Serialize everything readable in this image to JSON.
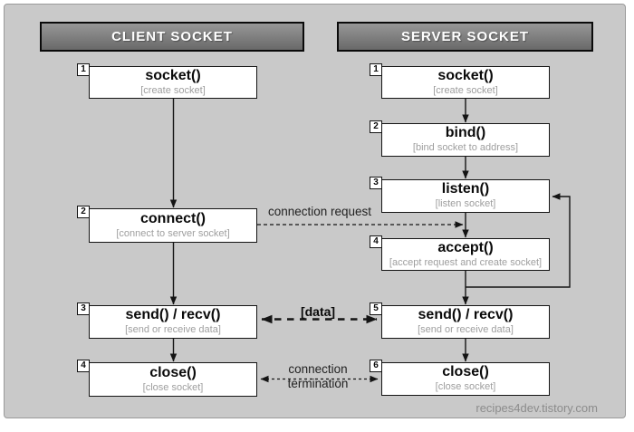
{
  "diagram": {
    "watermark": "recipes4dev.tistory.com",
    "client": {
      "header": "CLIENT SOCKET",
      "boxes": [
        {
          "num": "1",
          "title": "socket()",
          "subtitle": "[create socket]"
        },
        {
          "num": "2",
          "title": "connect()",
          "subtitle": "[connect to server socket]"
        },
        {
          "num": "3",
          "title": "send() / recv()",
          "subtitle": "[send or receive data]"
        },
        {
          "num": "4",
          "title": "close()",
          "subtitle": "[close socket]"
        }
      ]
    },
    "server": {
      "header": "SERVER SOCKET",
      "boxes": [
        {
          "num": "1",
          "title": "socket()",
          "subtitle": "[create socket]"
        },
        {
          "num": "2",
          "title": "bind()",
          "subtitle": "[bind socket to address]"
        },
        {
          "num": "3",
          "title": "listen()",
          "subtitle": "[listen socket]"
        },
        {
          "num": "4",
          "title": "accept()",
          "subtitle": "[accept request and create socket]"
        },
        {
          "num": "5",
          "title": "send() / recv()",
          "subtitle": "[send or receive data]"
        },
        {
          "num": "6",
          "title": "close()",
          "subtitle": "[close socket]"
        }
      ]
    },
    "labels": {
      "connection_request": "connection request",
      "data_transfer": "[data]",
      "termination_line1": "connection",
      "termination_line2": "termination"
    },
    "colors": {
      "panel_bg": "#c9c9c9",
      "panel_border": "#9a9a9a",
      "header_gradient_top": "#979797",
      "header_gradient_bottom": "#696969",
      "header_text": "#ffffff",
      "box_bg": "#ffffff",
      "box_border": "#141414",
      "subtitle_text": "#9e9e9e",
      "arrow": "#141414",
      "watermark_text": "#8c8c8c"
    }
  }
}
